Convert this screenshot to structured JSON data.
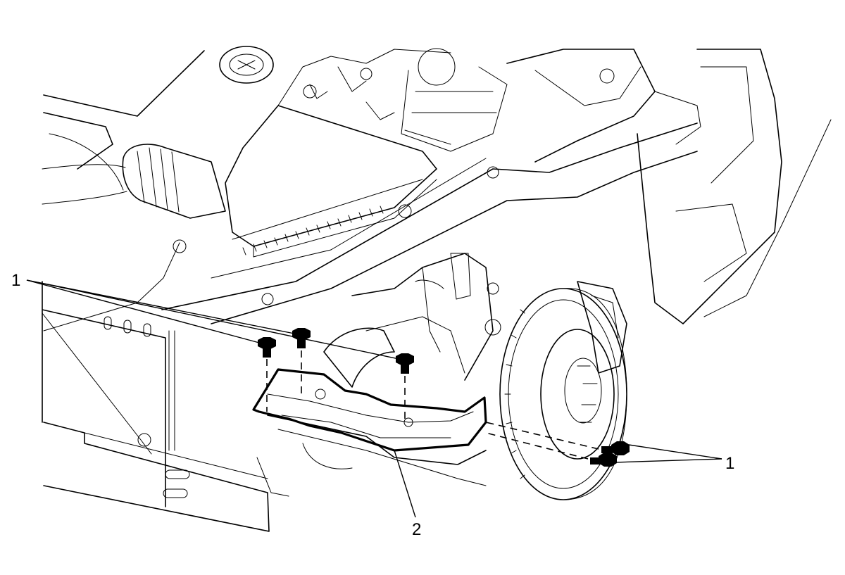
{
  "diagram": {
    "callouts": [
      {
        "id": "bolt-left",
        "label": "1"
      },
      {
        "id": "bolt-right",
        "label": "1"
      },
      {
        "id": "brace",
        "label": "2"
      }
    ]
  }
}
